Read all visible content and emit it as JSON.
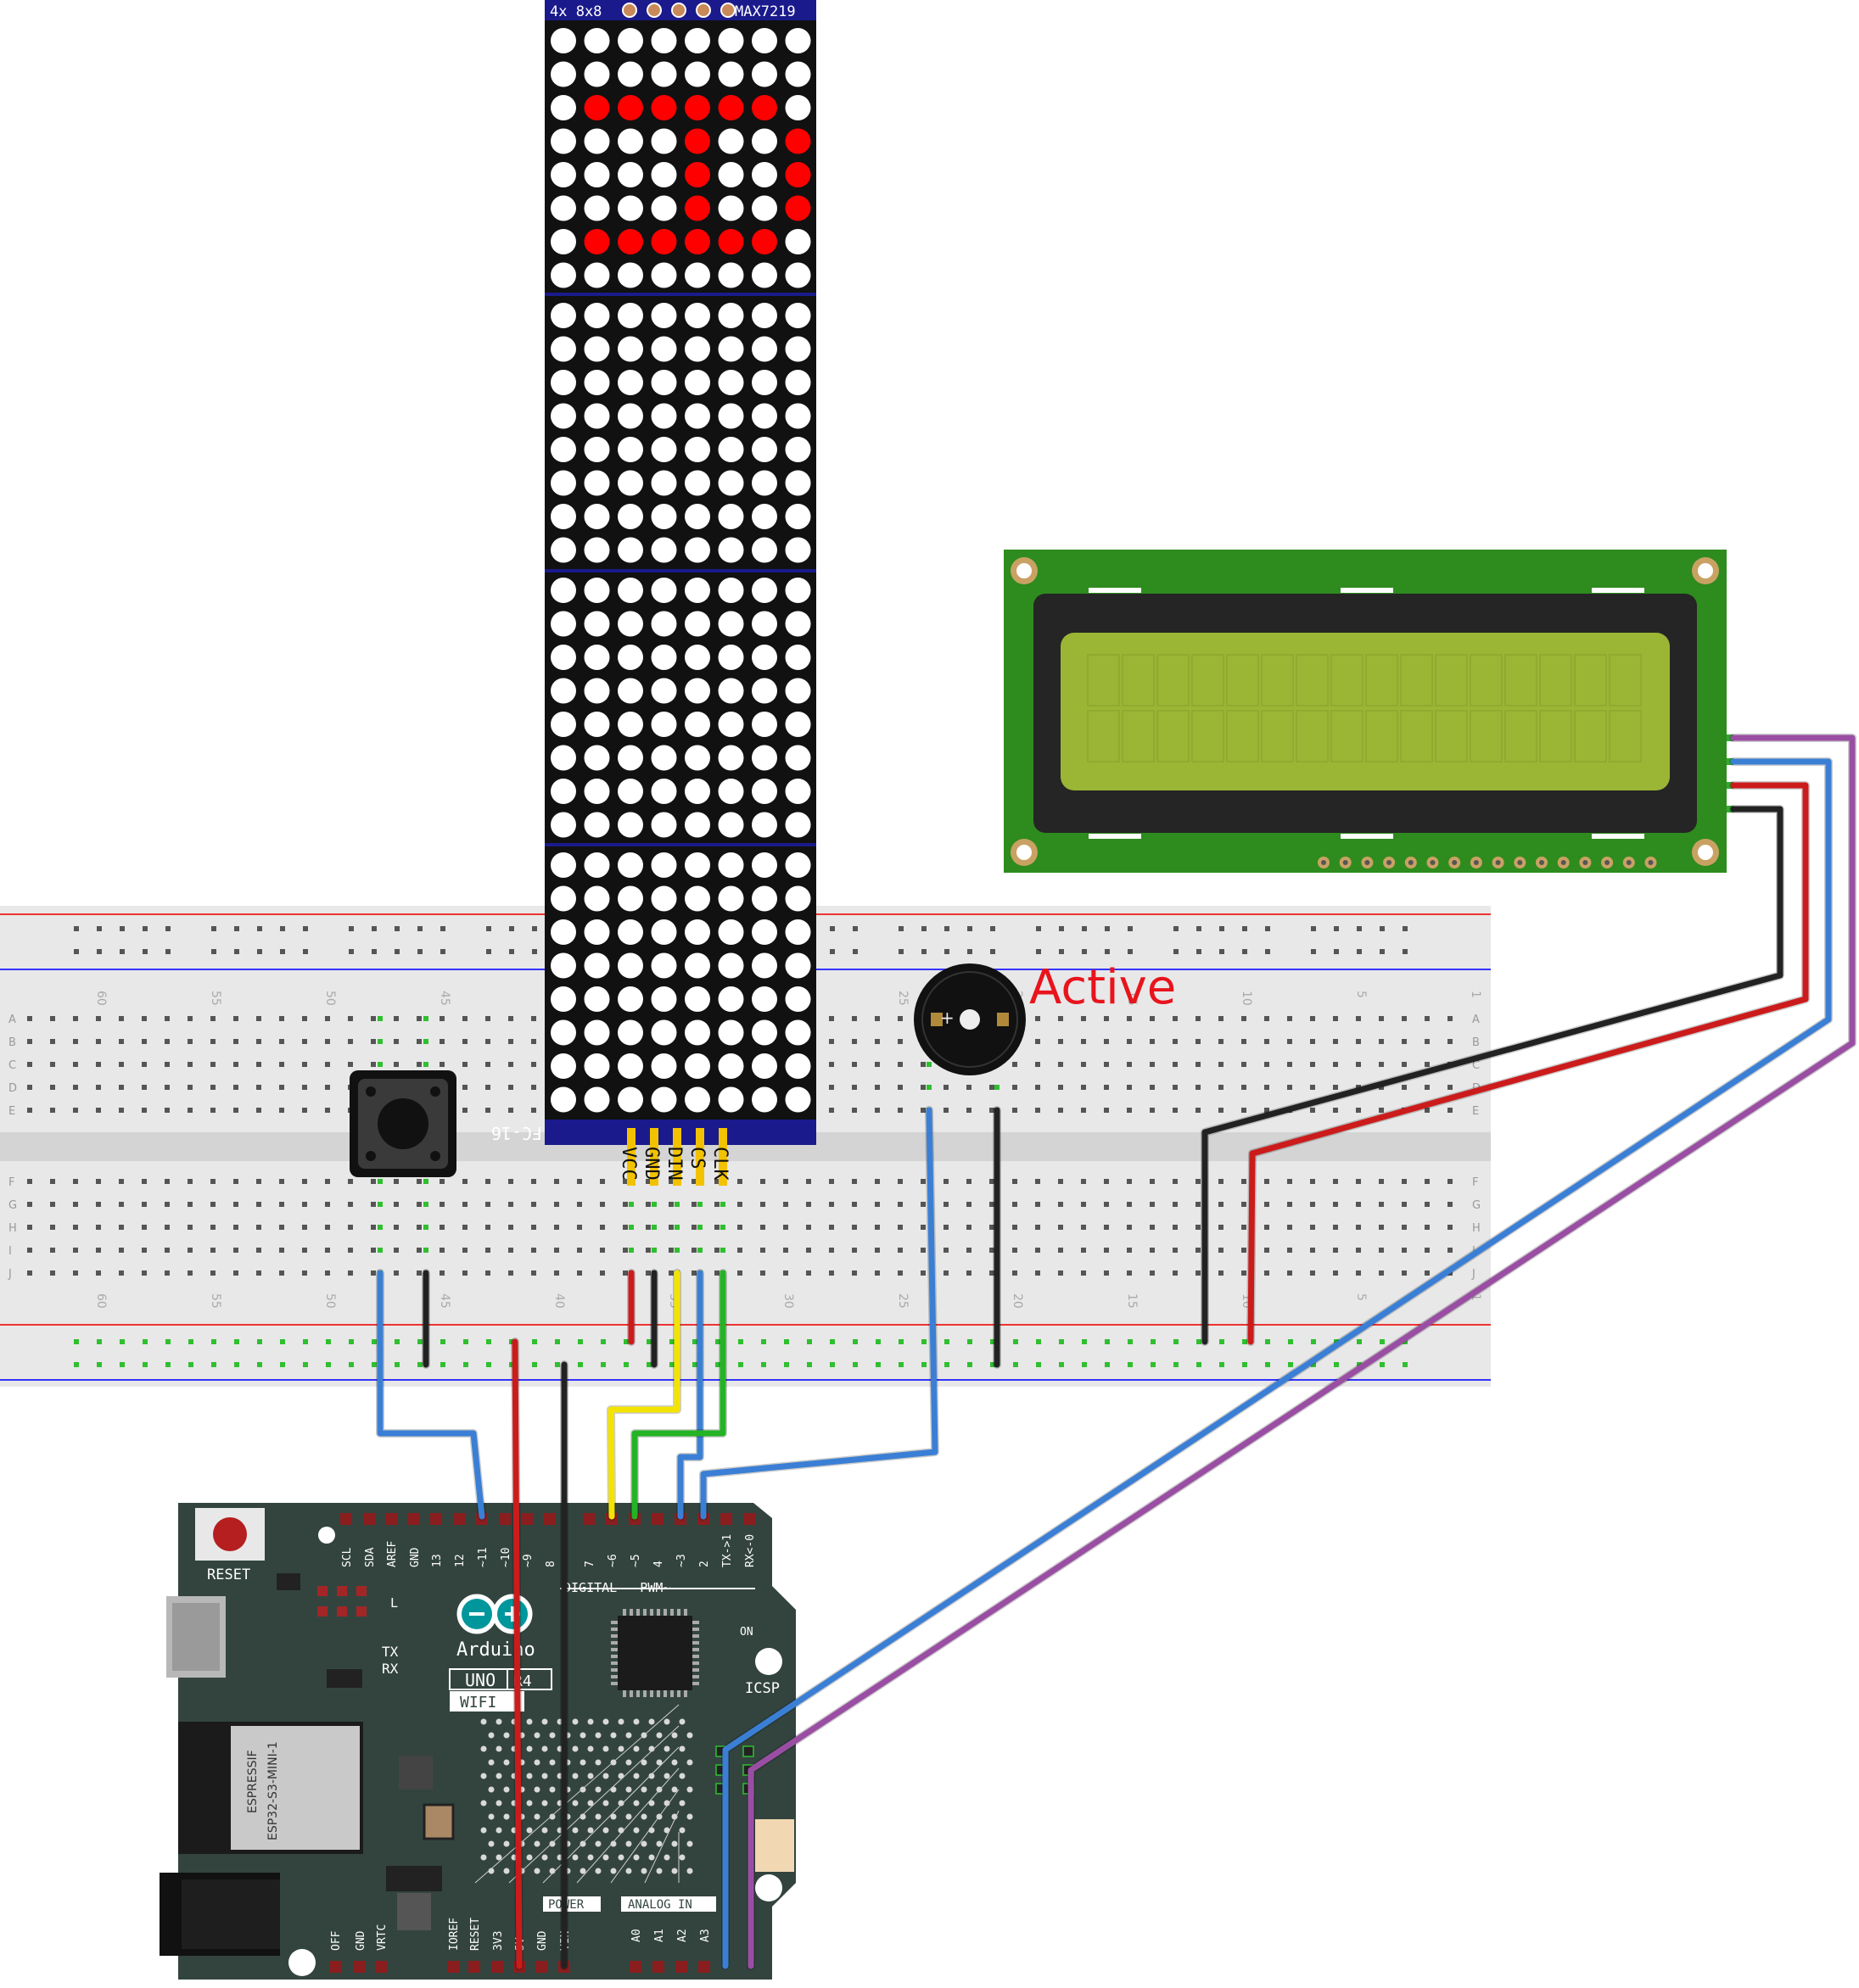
{
  "matrix": {
    "header": "4x 8x8",
    "chip": "MAX7219",
    "footer": "FC-16",
    "pins": [
      "VCC",
      "GND",
      "DIN",
      "CS",
      "CLK"
    ],
    "lit_rows": [
      [
        0,
        0,
        0,
        0,
        0,
        0,
        0,
        0
      ],
      [
        0,
        0,
        0,
        0,
        0,
        0,
        0,
        0
      ],
      [
        0,
        1,
        1,
        1,
        1,
        1,
        1,
        0
      ],
      [
        0,
        0,
        0,
        0,
        1,
        0,
        0,
        1
      ],
      [
        0,
        0,
        0,
        0,
        1,
        0,
        0,
        1
      ],
      [
        0,
        0,
        0,
        0,
        1,
        0,
        0,
        1
      ],
      [
        0,
        1,
        1,
        1,
        1,
        1,
        1,
        0
      ],
      [
        0,
        0,
        0,
        0,
        0,
        0,
        0,
        0
      ]
    ],
    "lit_color": "#ff0000",
    "off_color": "#ffffff"
  },
  "breadboard": {
    "row_letters_top": [
      "A",
      "B",
      "C",
      "D",
      "E"
    ],
    "row_letters_bottom": [
      "F",
      "G",
      "H",
      "I",
      "J"
    ],
    "column_numbers": [
      "60",
      "55",
      "50",
      "45",
      "40",
      "35",
      "30",
      "25",
      "20",
      "15",
      "10",
      "5",
      "1"
    ]
  },
  "buzzer": {
    "label": "Active",
    "label_color": "#e8141c"
  },
  "lcd": {
    "board_color": "#2e8b1e",
    "screen_color": "#9bb535"
  },
  "arduino": {
    "reset_label": "RESET",
    "brand": "Arduino",
    "model": "UNO",
    "revision": "R4",
    "variant": "WIFI",
    "module_vendor": "ESPRESSIF",
    "module_name": "ESP32-S3-MINI-1",
    "digital_label": "DIGITAL - PWM~",
    "power_label": "POWER",
    "analog_label": "ANALOG IN",
    "icsp_label": "ICSP",
    "on_label": "ON",
    "tx_label": "TX",
    "rx_label": "RX",
    "l_label": "L",
    "digital_pins": [
      "SCL",
      "SDA",
      "AREF",
      "GND",
      "13",
      "12",
      "~11",
      "~10",
      "~9",
      "8",
      "7",
      "~6",
      "~5",
      "4",
      "~3",
      "2",
      "TX->1",
      "RX<-0"
    ],
    "power_pins": [
      "OFF",
      "GND",
      "VRTC",
      "IOREF",
      "RESET",
      "3V3",
      "5V",
      "GND",
      "VIN"
    ],
    "analog_pins": [
      "A0",
      "A1",
      "A2",
      "A3"
    ]
  },
  "wire_colors": {
    "blue": "#3a7fd5",
    "black": "#222222",
    "red": "#cc1b1b",
    "yellow": "#f4e300",
    "green": "#24b324",
    "purple": "#9a4ea3"
  }
}
